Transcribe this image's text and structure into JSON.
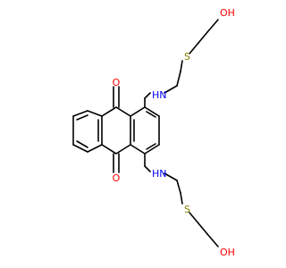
{
  "molecule": {
    "labels": {
      "oxygen_top": "O",
      "oxygen_bottom": "O",
      "nh_top": "HN",
      "nh_bottom": "HN",
      "sulfur_top": "S",
      "sulfur_bottom": "S",
      "hydroxyl_top": "OH",
      "hydroxyl_bottom": "OH"
    },
    "colors": {
      "bond": "#000000",
      "oxygen": "#ff0000",
      "nitrogen": "#0000ff",
      "sulfur": "#808000"
    }
  }
}
